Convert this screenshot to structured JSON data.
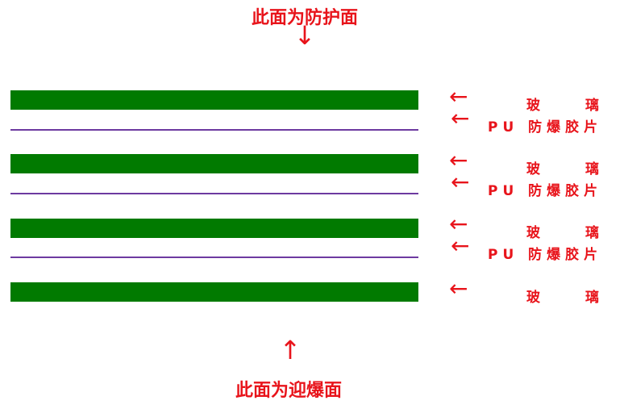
{
  "top_caption": "此面为防护面",
  "bottom_caption": "此面为迎爆面",
  "arrow_down_glyph": "↓",
  "arrow_up_glyph": "↑",
  "arrow_left_glyph": "←",
  "glass_label": {
    "char1": "玻",
    "char2": "璃"
  },
  "film_label": "PU 防爆胶片",
  "colors": {
    "glass": "#017a00",
    "film": "#6d3aa0",
    "text": "#e8141b"
  }
}
